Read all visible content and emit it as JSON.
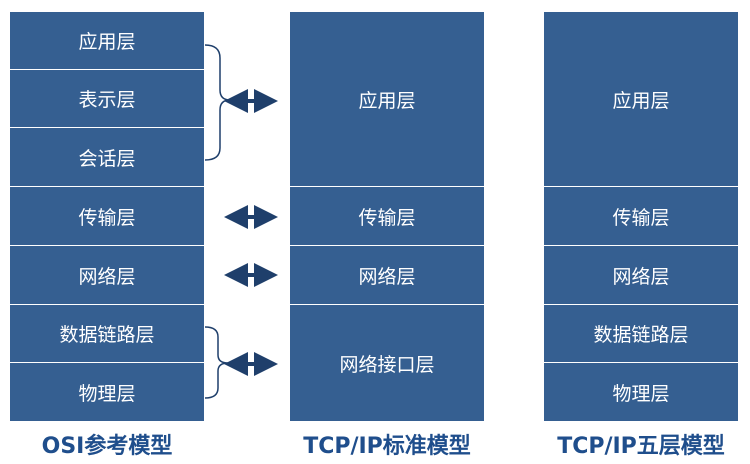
{
  "colors": {
    "layer_fill": "#355f91",
    "layer_text": "#ffffff",
    "title_text": "#1f4e8c",
    "connector": "#1f3f6b"
  },
  "osi": {
    "title": "OSI参考模型",
    "layers": [
      "应用层",
      "表示层",
      "会话层",
      "传输层",
      "网络层",
      "数据链路层",
      "物理层"
    ]
  },
  "tcpip": {
    "title": "TCP/IP标准模型",
    "layers": [
      "应用层",
      "传输层",
      "网络层",
      "网络接口层"
    ]
  },
  "five": {
    "title": "TCP/IP五层模型",
    "layers": [
      "应用层",
      "传输层",
      "网络层",
      "数据链路层",
      "物理层"
    ]
  }
}
